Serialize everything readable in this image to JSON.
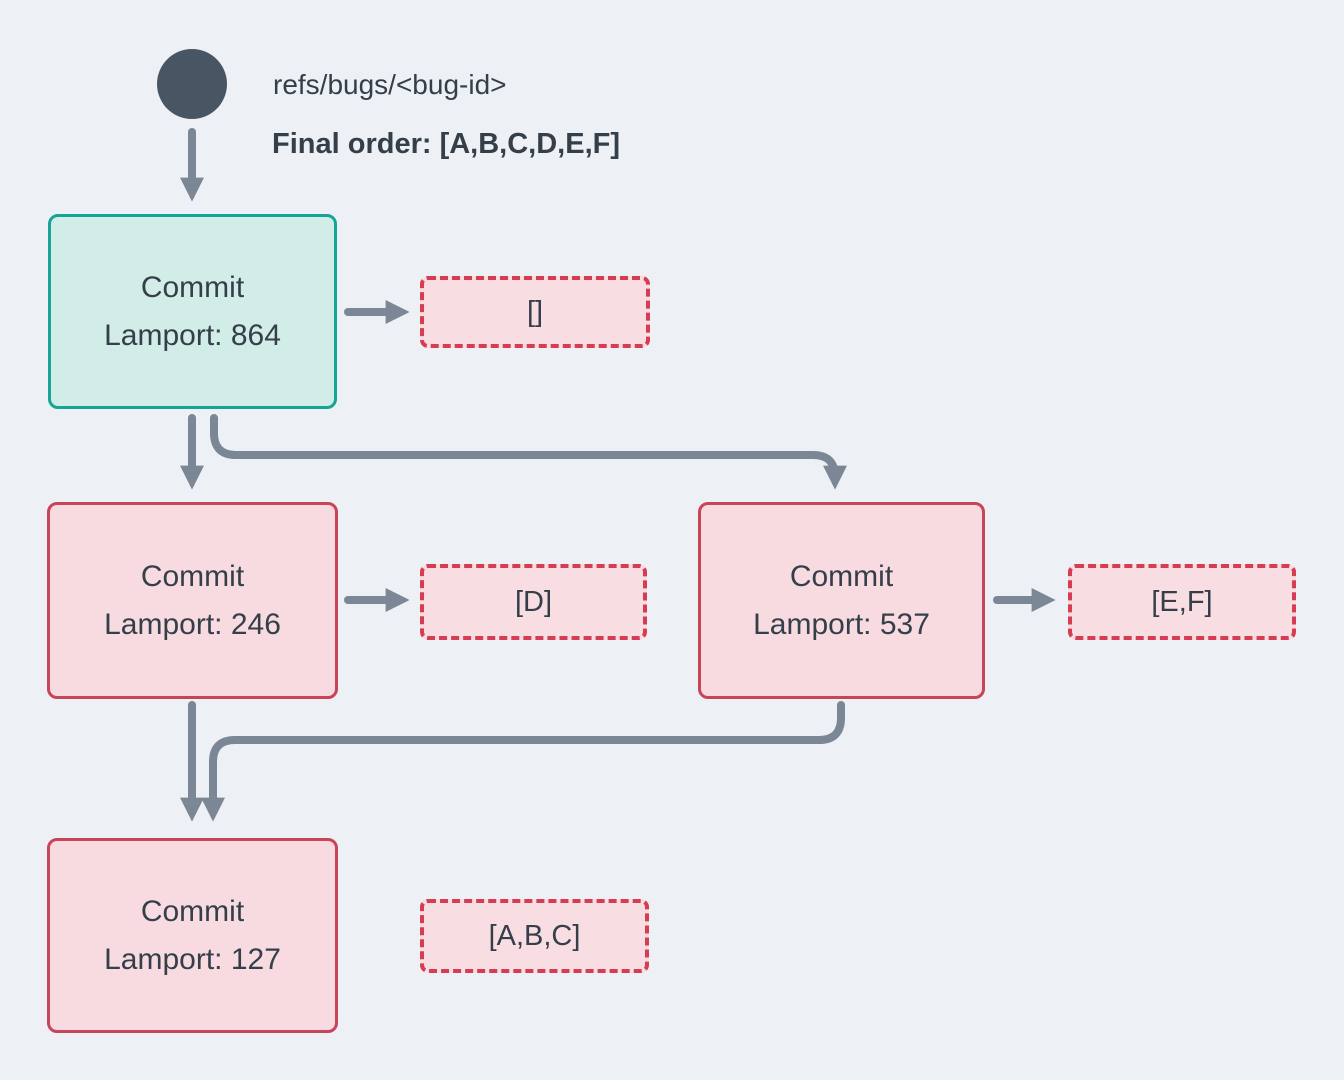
{
  "header": {
    "ref_label": "refs/bugs/<bug-id>",
    "final_order_label": "Final order: [A,B,C,D,E,F]"
  },
  "commits": [
    {
      "title": "Commit",
      "lamport": "Lamport: 864",
      "payload": "[]",
      "variant": "resolved-teal"
    },
    {
      "title": "Commit",
      "lamport": "Lamport: 246",
      "payload": "[D]",
      "variant": "red"
    },
    {
      "title": "Commit",
      "lamport": "Lamport: 537",
      "payload": "[E,F]",
      "variant": "red"
    },
    {
      "title": "Commit",
      "lamport": "Lamport: 127",
      "payload": "[A,B,C]",
      "variant": "red"
    }
  ],
  "colors": {
    "background": "#edf1f5",
    "arrow": "#7b8794",
    "head_node": "#485563",
    "text": "#343f4a",
    "resolved_border": "#18a495",
    "resolved_fill": "#d2ece7",
    "commit_border": "#c84459",
    "commit_fill": "#f7dbe1",
    "payload_border": "#d63d53",
    "payload_fill": "#f8dde2"
  }
}
